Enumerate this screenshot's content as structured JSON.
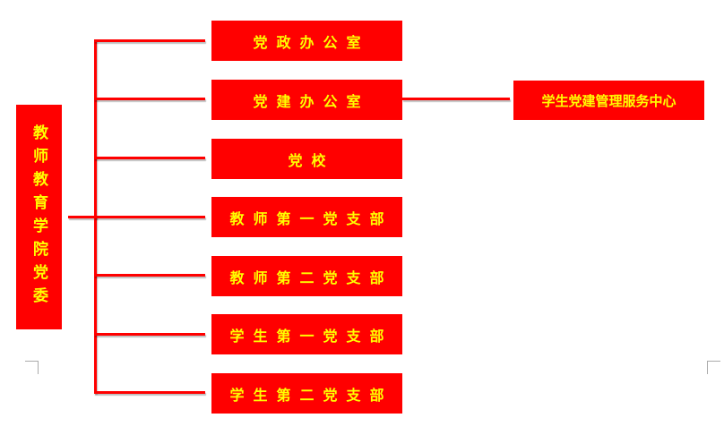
{
  "root": {
    "label": "教师教育学院党委"
  },
  "branches": [
    {
      "label": "党政办公室"
    },
    {
      "label": "党建办公室"
    },
    {
      "label": "党校"
    },
    {
      "label": "教师第一党支部"
    },
    {
      "label": "教师第二党支部"
    },
    {
      "label": "学生第一党支部"
    },
    {
      "label": "学生第二党支部"
    }
  ],
  "sub": {
    "label": "学生党建管理服务中心"
  },
  "colors": {
    "box": "#ff0000",
    "text": "#ffff00",
    "line": "#ff0000"
  }
}
